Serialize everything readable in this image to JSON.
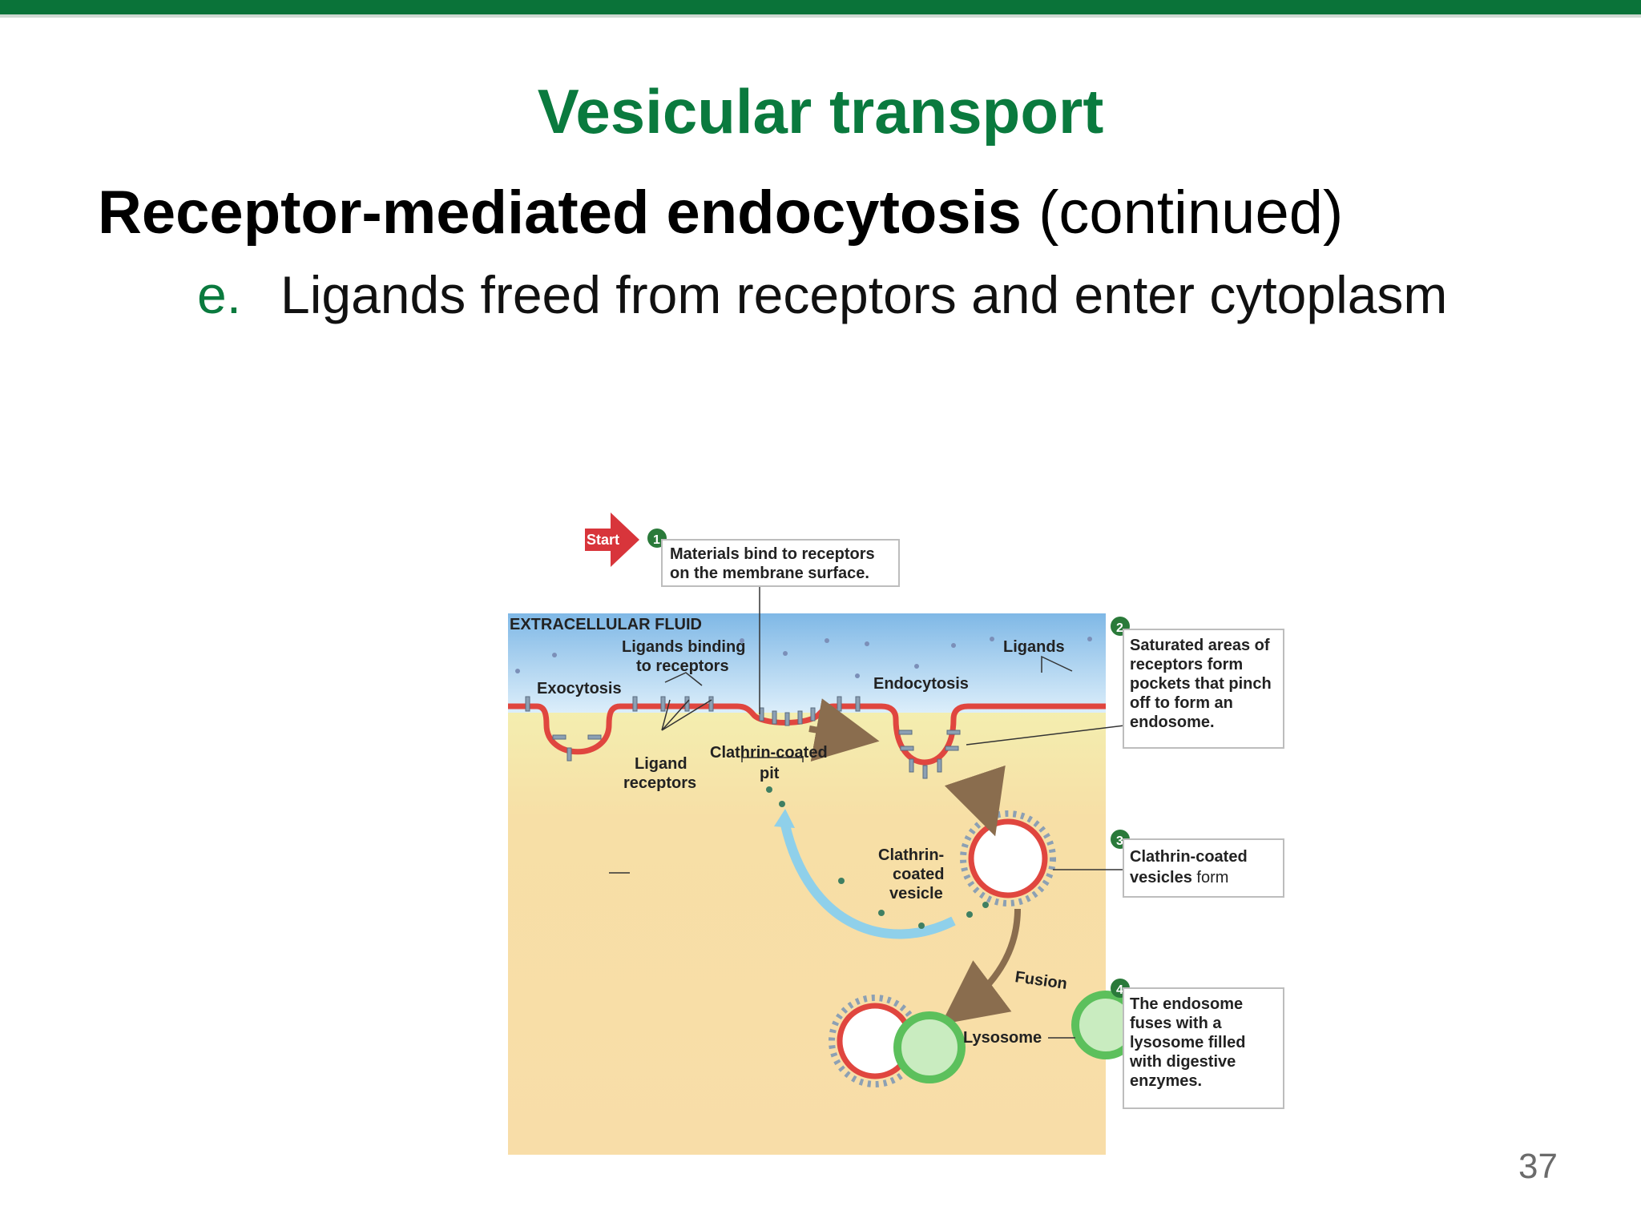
{
  "slide": {
    "title": "Vesicular transport",
    "heading_bold": "Receptor-mediated endocytosis",
    "heading_rest": " (continued)",
    "bullet_marker": "e.",
    "bullet_text": "Ligands freed from receptors and enter cytoplasm",
    "page_number": "37"
  },
  "colors": {
    "brand_green": "#0a7339",
    "fluid_blue": "#8fc3ea",
    "cytoplasm": "#f7dfa6",
    "membrane": "#e0463f",
    "lysosome_green": "#5cc05c"
  },
  "diagram": {
    "start_label": "Start",
    "steps": [
      {
        "number": "1",
        "lines": [
          "Materials bind to receptors",
          "on the membrane surface."
        ]
      },
      {
        "number": "2",
        "lines": [
          "Saturated areas of",
          "receptors form",
          "pockets that pinch",
          "off to form an",
          "endosome."
        ]
      },
      {
        "number": "3",
        "lines_bold": [
          "Clathrin-coated",
          "vesicles"
        ],
        "suffix": " form"
      },
      {
        "number": "4",
        "lines": [
          "The endosome",
          "fuses with a",
          "lysosome filled",
          "with digestive",
          "enzymes."
        ]
      }
    ],
    "labels": {
      "extracellular_fluid": "EXTRACELLULAR FLUID",
      "ligands_binding_1": "Ligands binding",
      "ligands_binding_2": "to receptors",
      "exocytosis": "Exocytosis",
      "ligands": "Ligands",
      "endocytosis": "Endocytosis",
      "ligand_receptors_1": "Ligand",
      "ligand_receptors_2": "receptors",
      "clathrin_pit_1": "Clathrin-coated",
      "clathrin_pit_2": "pit",
      "clathrin_vesicle_1": "Clathrin-",
      "clathrin_vesicle_2": "coated",
      "clathrin_vesicle_3": "vesicle",
      "fusion": "Fusion",
      "lysosome": "Lysosome"
    }
  }
}
